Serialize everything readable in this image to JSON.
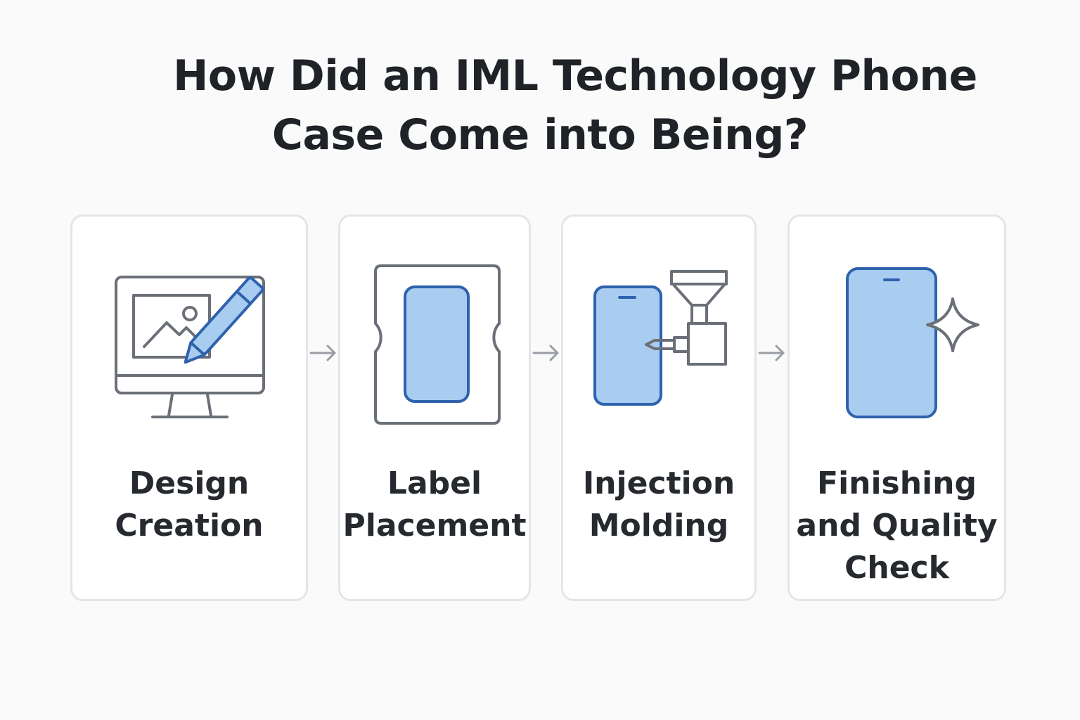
{
  "title": {
    "line1": "How Did an IML Technology Phone",
    "line2": "Case Come into Being?"
  },
  "steps": [
    {
      "label_lines": [
        "Design",
        "Creation"
      ],
      "icon": "monitor-pencil-icon"
    },
    {
      "label_lines": [
        "Label",
        "Placement"
      ],
      "icon": "label-sheet-phone-icon"
    },
    {
      "label_lines": [
        "Injection",
        "Molding"
      ],
      "icon": "injection-machine-phone-icon"
    },
    {
      "label_lines": [
        "Finishing",
        "and Quality",
        "Check"
      ],
      "icon": "phone-sparkle-icon"
    }
  ],
  "connector_icon": "right-arrow-icon",
  "colors": {
    "icon_stroke_gray": "#6b7078",
    "icon_stroke_blue": "#2f62ad",
    "icon_fill_blue": "#a9cdf0",
    "card_border": "#e3e5e8",
    "arrow": "#9a9ea4",
    "text": "#1f2328"
  }
}
